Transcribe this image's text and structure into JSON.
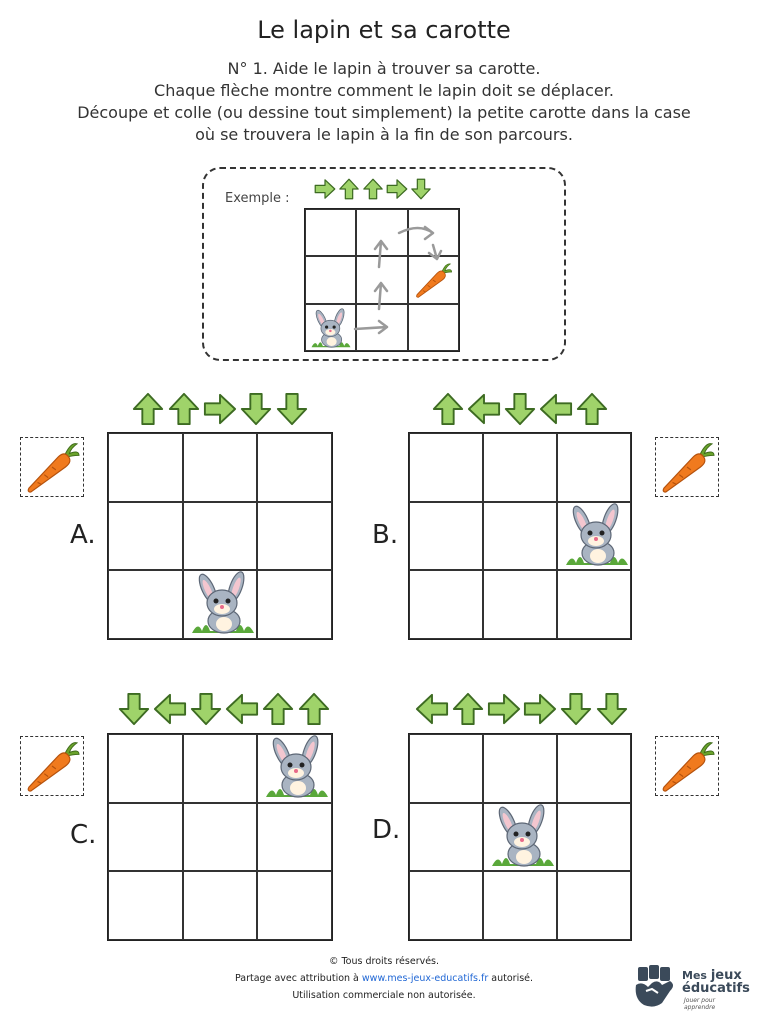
{
  "header": {
    "title": "Le lapin et sa carotte",
    "instructions": [
      "N° 1. Aide le lapin à trouver sa carotte.",
      "Chaque flèche montre comment le lapin doit se déplacer.",
      "Découpe et colle (ou dessine tout simplement) la petite carotte dans la case",
      "où se trouvera le lapin à la fin de son parcours."
    ]
  },
  "example": {
    "label": "Exemple :",
    "arrows": [
      "right",
      "up",
      "up",
      "right",
      "down"
    ],
    "grid": {
      "rows": 3,
      "cols": 3
    },
    "bunny_cell": [
      3,
      1
    ],
    "carrot_cell": [
      2,
      3
    ]
  },
  "puzzles": [
    {
      "label": "A.",
      "arrows": [
        "up",
        "up",
        "right",
        "down",
        "down"
      ],
      "bunny_cell": [
        3,
        2
      ]
    },
    {
      "label": "B.",
      "arrows": [
        "up",
        "left",
        "down",
        "left",
        "up"
      ],
      "bunny_cell": [
        2,
        3
      ]
    },
    {
      "label": "C.",
      "arrows": [
        "down",
        "left",
        "down",
        "left",
        "up",
        "up"
      ],
      "bunny_cell": [
        1,
        3
      ]
    },
    {
      "label": "D.",
      "arrows": [
        "left",
        "up",
        "right",
        "right",
        "down",
        "down"
      ],
      "bunny_cell": [
        2,
        2
      ]
    }
  ],
  "footer": {
    "copyright": "© Tous droits réservés.",
    "share_prefix": "Partage avec attribution à ",
    "share_link": "www.mes-jeux-educatifs.fr",
    "share_suffix": " autorisé.",
    "commercial": "Utilisation commerciale non autorisée."
  },
  "logo": {
    "line1_a": "Mes",
    "line1_b": "jeux",
    "line2": "éducatifs",
    "tagline": "Jouer pour apprendre"
  },
  "colors": {
    "arrow_fill": "#9fd36a",
    "arrow_stroke": "#3d6b22",
    "carrot": "#f07a1e",
    "carrot_leaf": "#6aa32c",
    "bunny_fur": "#a9b4c2",
    "grass": "#5aa83a"
  }
}
